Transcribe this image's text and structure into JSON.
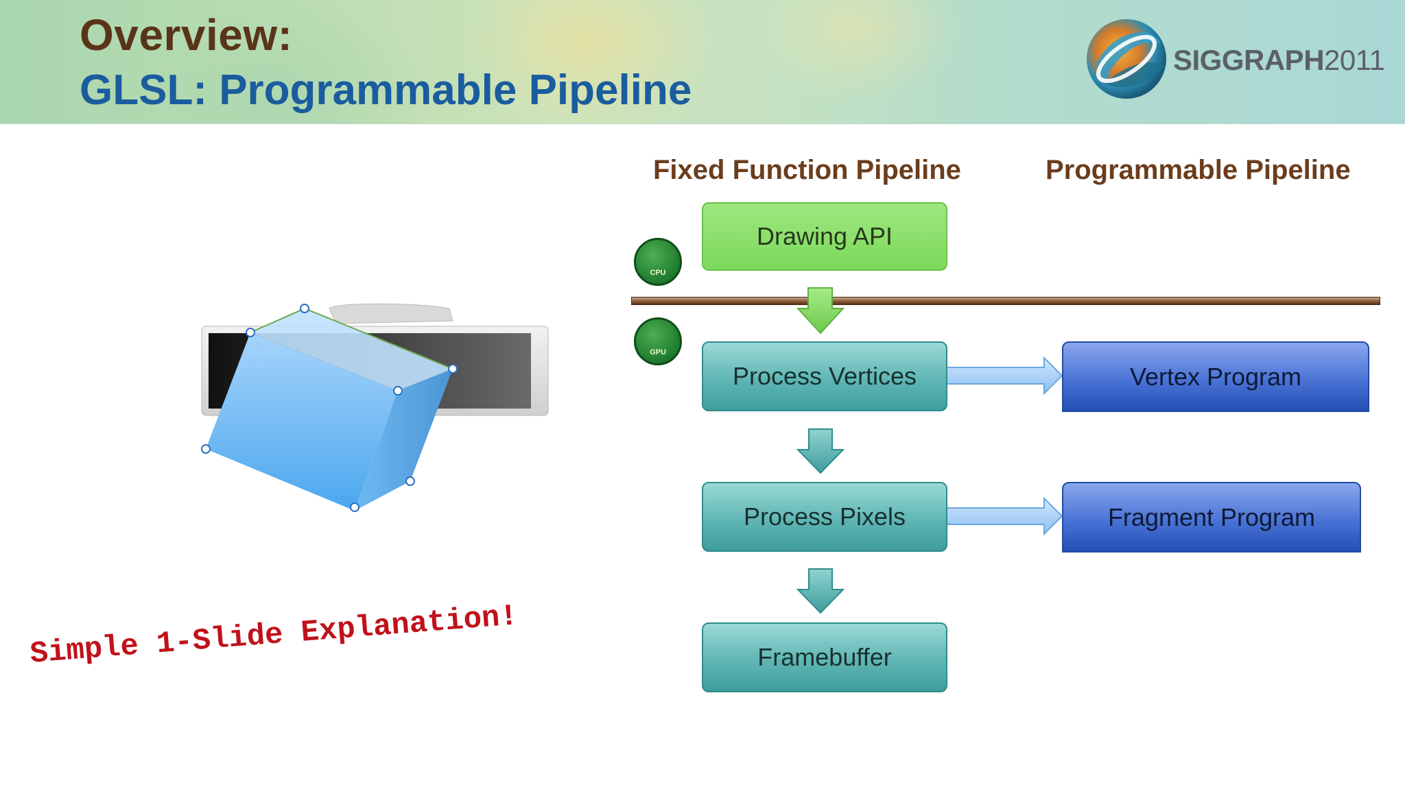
{
  "header": {
    "title_line1": "Overview:",
    "title_line2": "GLSL: Programmable Pipeline"
  },
  "logo": {
    "text_bold": "SIGGRAPH",
    "text_year": "2011"
  },
  "columns": {
    "fixed": "Fixed Function Pipeline",
    "programmable": "Programmable Pipeline"
  },
  "fixed_pipeline": {
    "drawing_api": "Drawing API",
    "process_vertices": "Process Vertices",
    "process_pixels": "Process Pixels",
    "framebuffer": "Framebuffer"
  },
  "programmable_pipeline": {
    "vertex_program": "Vertex Program",
    "fragment_program": "Fragment Program"
  },
  "chips": {
    "cpu": "CPU",
    "gpu": "GPU"
  },
  "tagline": "Simple 1-Slide Explanation!",
  "colors": {
    "title_brown": "#5a3419",
    "title_blue": "#1a5c9e",
    "tagline_red": "#c0121b",
    "green_box": "#7cd95b",
    "teal_box": "#5fb6b4",
    "blue_box": "#4a73d6"
  }
}
